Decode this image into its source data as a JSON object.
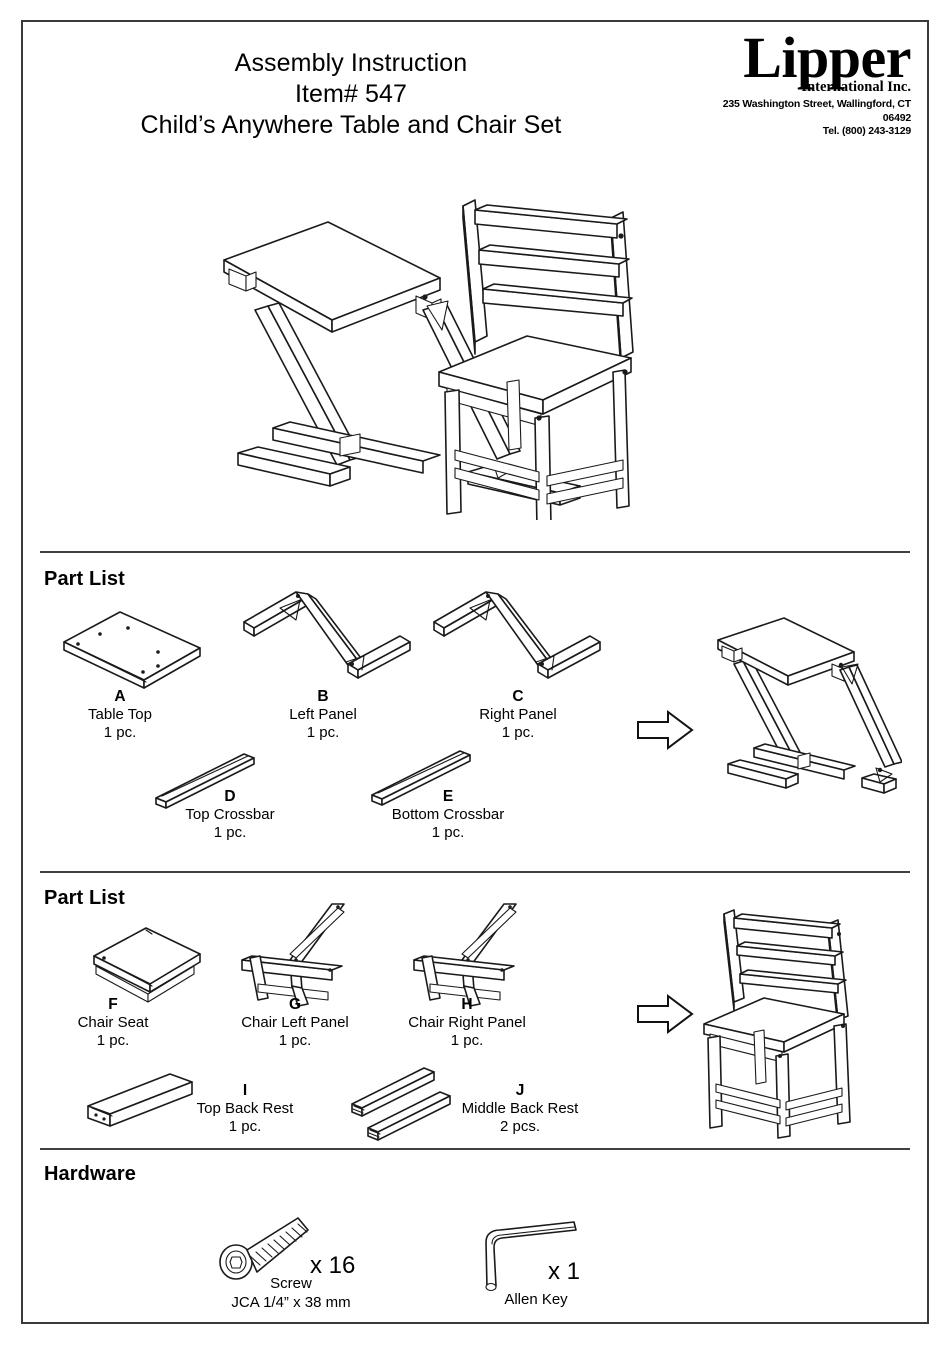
{
  "document": {
    "title_lines": [
      "Assembly Instruction",
      "Item# 547",
      "Child’s Anywhere Table and Chair Set"
    ]
  },
  "logo": {
    "brand": "Lipper",
    "sub": "International Inc.",
    "address": "235 Washington Street, Wallingford, CT 06492",
    "phone": "Tel. (800) 243-3129"
  },
  "hero": {
    "caption_items": [
      "table",
      "chair"
    ]
  },
  "sections": [
    {
      "heading": "Part List",
      "parts": [
        {
          "letter": "A",
          "name": "Table Top",
          "qty": "1 pc.",
          "icon": "table-top-part"
        },
        {
          "letter": "B",
          "name": "Left Panel",
          "qty": "1 pc.",
          "icon": "left-panel-part"
        },
        {
          "letter": "C",
          "name": "Right Panel",
          "qty": "1 pc.",
          "icon": "right-panel-part"
        },
        {
          "letter": "D",
          "name": "Top Crossbar",
          "qty": "1 pc.",
          "icon": "top-crossbar-part"
        },
        {
          "letter": "E",
          "name": "Bottom Crossbar",
          "qty": "1 pc.",
          "icon": "bottom-crossbar-part"
        }
      ],
      "result": "assembled-table"
    },
    {
      "heading": "Part List",
      "parts": [
        {
          "letter": "F",
          "name": "Chair Seat",
          "qty": "1 pc.",
          "icon": "chair-seat-part"
        },
        {
          "letter": "G",
          "name": "Chair Left Panel",
          "qty": "1 pc.",
          "icon": "chair-left-panel-part"
        },
        {
          "letter": "H",
          "name": "Chair Right Panel",
          "qty": "1 pc.",
          "icon": "chair-right-panel-part"
        },
        {
          "letter": "I",
          "name": "Top Back Rest",
          "qty": "1 pc.",
          "icon": "top-back-rest-part"
        },
        {
          "letter": "J",
          "name": "Middle Back Rest",
          "qty": "2 pcs.",
          "icon": "middle-back-rest-part"
        }
      ],
      "result": "assembled-chair"
    }
  ],
  "hardware": {
    "heading": "Hardware",
    "items": [
      {
        "count": "x 16",
        "name": "Screw",
        "spec": "JCA 1/4” x 38 mm",
        "icon": "screw-icon"
      },
      {
        "count": "x 1",
        "name": "Allen Key",
        "spec": "",
        "icon": "allen-key-icon"
      }
    ]
  },
  "colors": {
    "ink": "#1a1a1a",
    "border": "#3a3a3a",
    "paper": "#ffffff"
  }
}
